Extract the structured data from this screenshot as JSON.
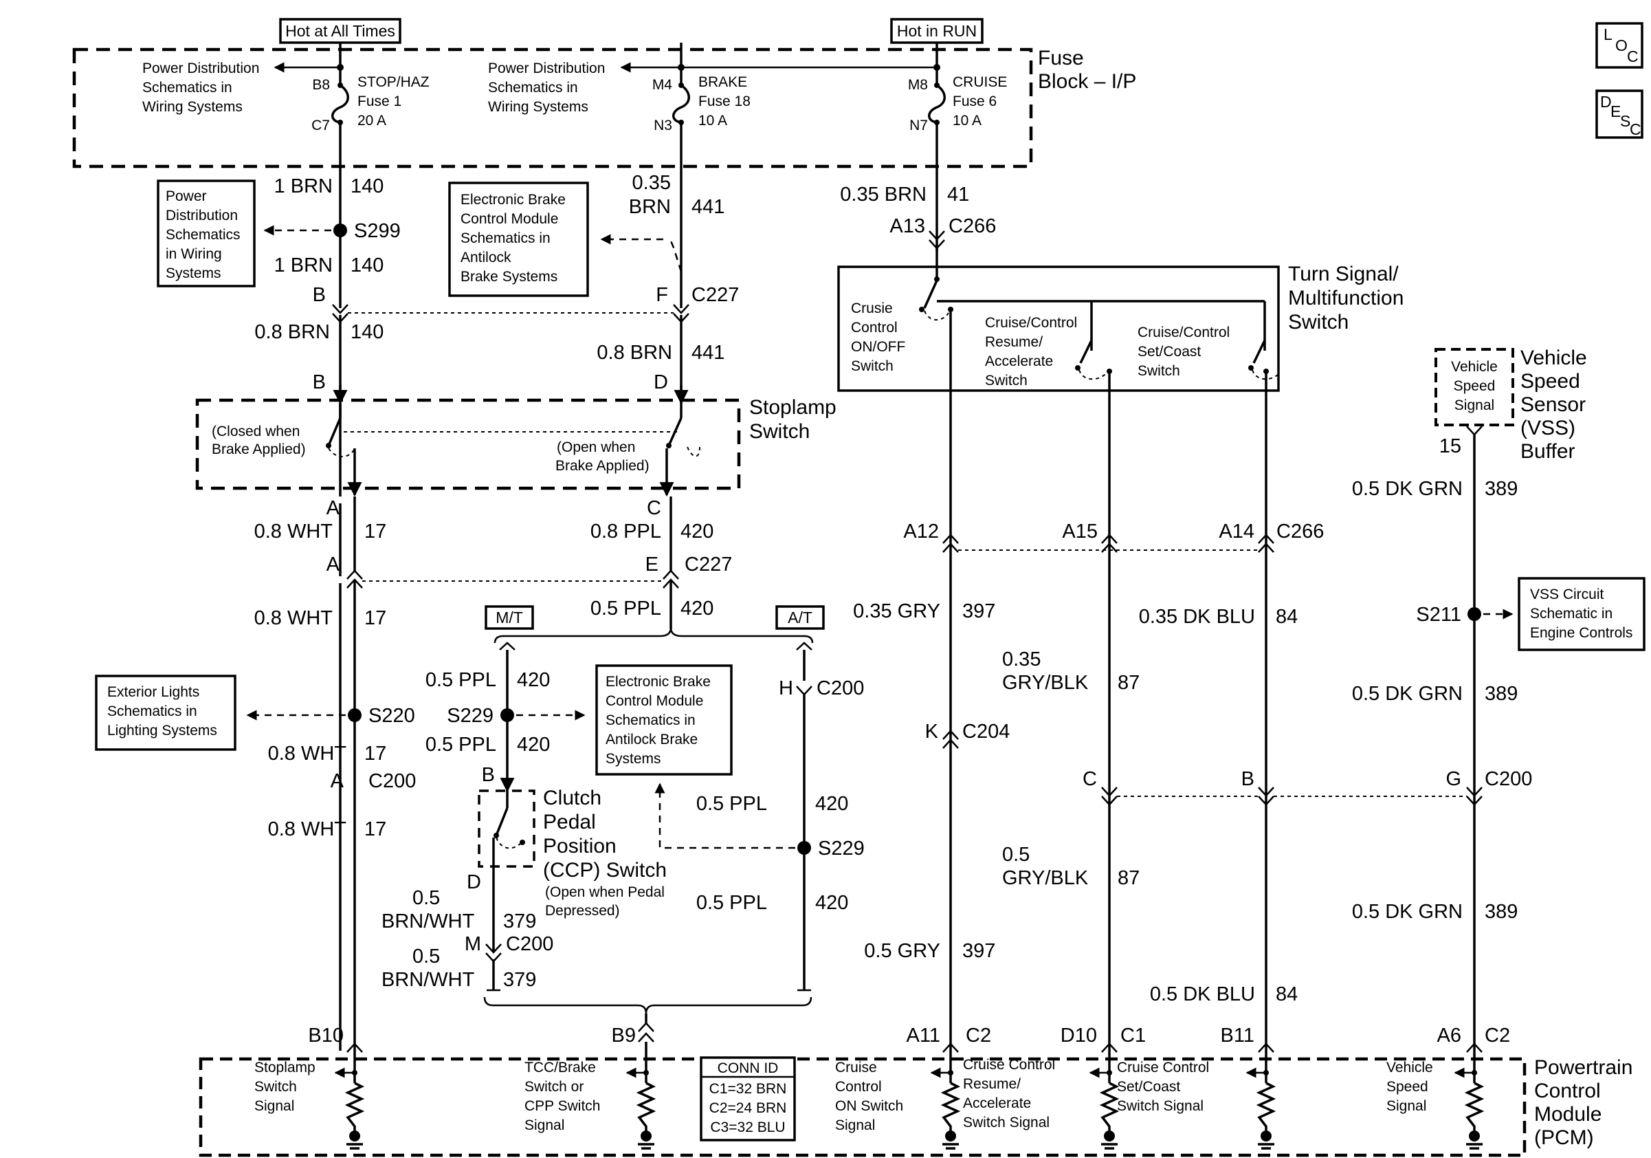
{
  "header": {
    "hot_all_times": "Hot at All Times",
    "hot_in_run": "Hot in RUN"
  },
  "loc_desc": {
    "loc_l": "L",
    "loc_o": "O",
    "loc_c": "C",
    "desc_d": "D",
    "desc_e": "E",
    "desc_s": "S",
    "desc_c": "C"
  },
  "fuse_block": {
    "title_line1": "Fuse",
    "title_line2": "Block – I/P",
    "pd1": [
      "Power Distribution",
      "Schematics in",
      "Wiring Systems"
    ],
    "pd2": [
      "Power Distribution",
      "Schematics in",
      "Wiring Systems"
    ],
    "fuse1": {
      "top_pin": "B8",
      "bottom_pin": "C7",
      "lines": [
        "STOP/HAZ",
        "Fuse 1",
        "20 A"
      ]
    },
    "fuse18": {
      "top_pin": "M4",
      "bottom_pin": "N3",
      "lines": [
        "BRAKE",
        "Fuse 18",
        "10 A"
      ]
    },
    "fuse6": {
      "top_pin": "M8",
      "bottom_pin": "N7",
      "lines": [
        "CRUISE",
        "Fuse 6",
        "10 A"
      ]
    }
  },
  "pd_box": [
    "Power",
    "Distribution",
    "Schematics",
    "in Wiring",
    "Systems"
  ],
  "ebcm_top": [
    "Electronic Brake",
    "Control Module",
    "Schematics in",
    "Antilock",
    "Brake Systems"
  ],
  "ebcm_mid": [
    "Electronic Brake",
    "Control Module",
    "Schematics in",
    "Antilock Brake",
    "Systems"
  ],
  "ext_lights": [
    "Exterior Lights",
    "Schematics in",
    "Lighting Systems"
  ],
  "vss_circuit": [
    "VSS Circuit",
    "Schematic in",
    "Engine Controls"
  ],
  "turn_signal": {
    "title": [
      "Turn Signal/",
      "Multifunction",
      "Switch"
    ],
    "sw1": [
      "Crusie",
      "Control",
      "ON/OFF",
      "Switch"
    ],
    "sw2": [
      "Cruise/Control",
      "Resume/",
      "Accelerate",
      "Switch"
    ],
    "sw3": [
      "Cruise/Control",
      "Set/Coast",
      "Switch"
    ]
  },
  "vss_buffer": {
    "inner": [
      "Vehicle",
      "Speed",
      "Signal"
    ],
    "title": [
      "Vehicle",
      "Speed",
      "Sensor",
      "(VSS)",
      "Buffer"
    ],
    "pin": "15"
  },
  "stoplamp": {
    "title": [
      "Stoplamp",
      "Switch"
    ],
    "closed_note": [
      "(Closed when",
      "Brake Applied)"
    ],
    "open_note": [
      "(Open when",
      "Brake Applied)"
    ]
  },
  "ccp": {
    "title": [
      "Clutch",
      "Pedal",
      "Position",
      "(CCP) Switch"
    ],
    "note": [
      "(Open when Pedal",
      "Depressed)"
    ]
  },
  "transmission": {
    "mt": "M/T",
    "at": "A/T"
  },
  "wire_labels": {
    "w140a_g": "1 BRN",
    "w140a_c": "140",
    "s299": "S299",
    "w140b_g": "1 BRN",
    "w140b_c": "140",
    "pin_b_c227": "B",
    "w140c_g": "0.8 BRN",
    "w140c_c": "140",
    "pin_b_sw": "B",
    "pin_a_sw": "A",
    "w17a_g": "0.8 WHT",
    "w17a_c": "17",
    "pin_a_c227": "A",
    "w17b_g": "0.8 WHT",
    "w17b_c": "17",
    "s220": "S220",
    "w17c_g": "0.8 WHT",
    "w17c_c": "17",
    "pin_a_c200": "A",
    "c200_left": "C200",
    "w17d_g": "0.8 WHT",
    "w17d_c": "17",
    "pin_b10": "B10",
    "w441a_g1": "0.35",
    "w441a_g2": "BRN",
    "w441a_c": "441",
    "pin_f": "F",
    "c227_top": "C227",
    "w441b_g": "0.8 BRN",
    "w441b_c": "441",
    "pin_d_sw": "D",
    "pin_c_sw": "C",
    "w420a_g": "0.8 PPL",
    "w420a_c": "420",
    "pin_e": "E",
    "c227_mid": "C227",
    "w420b_g": "0.5 PPL",
    "w420b_c": "420",
    "w420c_g": "0.5 PPL",
    "w420c_c": "420",
    "s229_left": "S229",
    "w420d_g": "0.5 PPL",
    "w420d_c": "420",
    "pin_b_ccp": "B",
    "pin_d_ccp": "D",
    "w379a_g1": "0.5",
    "w379a_g2": "BRN/WHT",
    "w379a_c": "379",
    "pin_m": "M",
    "c200_ccp": "C200",
    "w379b_g1": "0.5",
    "w379b_g2": "BRN/WHT",
    "w379b_c": "379",
    "pin_h": "H",
    "c200_at": "C200",
    "w420e_g": "0.5 PPL",
    "w420e_c": "420",
    "s229_right": "S229",
    "w420f_g": "0.5 PPL",
    "w420f_c": "420",
    "pin_b9": "B9",
    "w41_g": "0.35 BRN",
    "w41_c": "41",
    "pin_a13": "A13",
    "c266_top": "C266",
    "pin_a12": "A12",
    "pin_a15": "A15",
    "pin_a14": "A14",
    "c266_bot": "C266",
    "w397a_g": "0.35 GRY",
    "w397a_c": "397",
    "pin_k": "K",
    "c204": "C204",
    "w397b_g": "0.5 GRY",
    "w397b_c": "397",
    "pin_a11": "A11",
    "pin_c2a": "C2",
    "w87a_g1": "0.35",
    "w87a_g2": "GRY/BLK",
    "w87a_c": "87",
    "pin_c": "C",
    "w87b_g1": "0.5",
    "w87b_g2": "GRY/BLK",
    "w87b_c": "87",
    "pin_d10": "D10",
    "pin_c1": "C1",
    "w84a_g": "0.35 DK BLU",
    "w84a_c": "84",
    "pin_b_c200": "B",
    "w84b_g": "0.5 DK BLU",
    "w84b_c": "84",
    "pin_b11": "B11",
    "w389a_g": "0.5 DK GRN",
    "w389a_c": "389",
    "s211": "S211",
    "w389b_g": "0.5 DK GRN",
    "w389b_c": "389",
    "pin_g": "G",
    "c200_right": "C200",
    "w389c_g": "0.5 DK GRN",
    "w389c_c": "389",
    "pin_a6": "A6",
    "pin_c2b": "C2"
  },
  "pcm": {
    "title": [
      "Powertrain",
      "Control",
      "Module",
      "(PCM)"
    ],
    "conn_title": "CONN ID",
    "conn": [
      "C1=32 BRN",
      "C2=24 BRN",
      "C3=32 BLU"
    ],
    "sig_stoplamp": [
      "Stoplamp",
      "Switch",
      "Signal"
    ],
    "sig_tcc": [
      "TCC/Brake",
      "Switch or",
      "CPP Switch",
      "Signal"
    ],
    "sig_cruise_on": [
      "Cruise",
      "Control",
      "ON Switch",
      "Signal"
    ],
    "sig_resume": [
      "Cruise Control",
      "Resume/",
      "Accelerate",
      "Switch Signal"
    ],
    "sig_set": [
      "Cruise Control",
      "Set/Coast",
      "Switch Signal"
    ],
    "sig_vss": [
      "Vehicle",
      "Speed",
      "Signal"
    ]
  }
}
